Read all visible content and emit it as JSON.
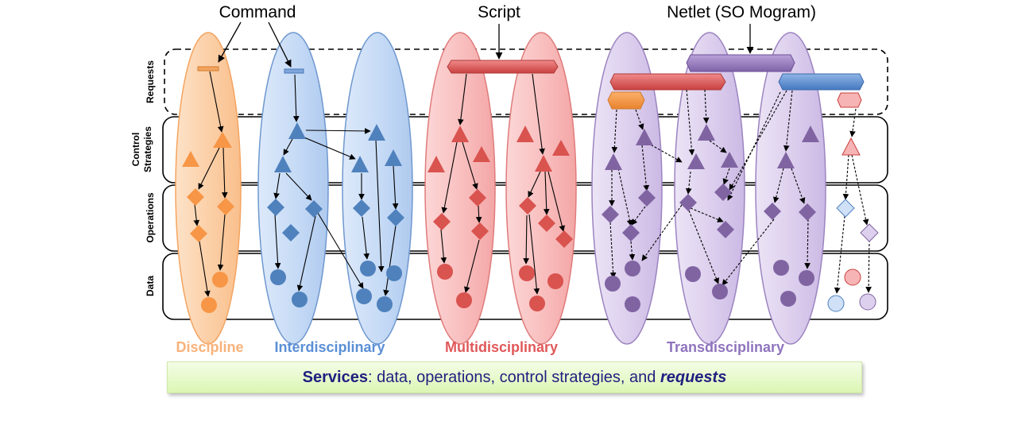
{
  "top_labels": {
    "command": "Command",
    "script": "Script",
    "netlet": "Netlet (SO Mogram)"
  },
  "rows": {
    "requests": "Requests",
    "control_line1": "Control",
    "control_line2": "Strategies",
    "operations": "Operations",
    "data": "Data"
  },
  "categories": {
    "discipline": "Discipline",
    "interdisciplinary": "Interdisciplinary",
    "multidisciplinary": "Multidisciplinary",
    "transdisciplinary": "Transdisciplinary"
  },
  "services": {
    "lead": "Services",
    "rest": ": data, operations, control strategies, and ",
    "emph": "requests"
  },
  "colors": {
    "discipline": "#f79646",
    "interdisciplinary": "#4f81bd",
    "multidisciplinary": "#d9534f",
    "transdisciplinary": "#8064a2",
    "services_text": "#1f1f80"
  }
}
